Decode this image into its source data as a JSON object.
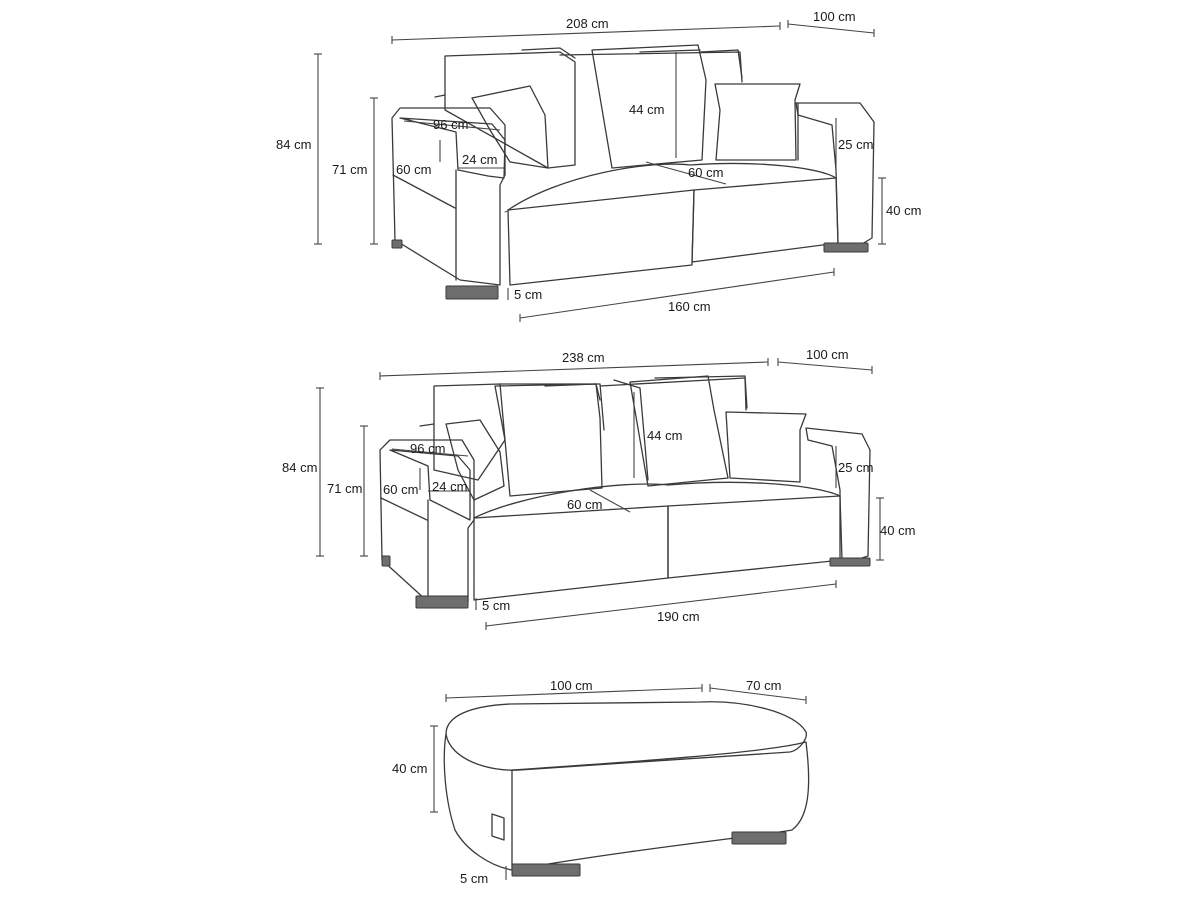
{
  "sofa_208": {
    "width": "208 cm",
    "depth": "100 cm",
    "height": "84 cm",
    "back_height": "71 cm",
    "arm_height": "60 cm",
    "arm_depth": "96 cm",
    "arm_width": "24 cm",
    "seat_depth": "60 cm",
    "cushion_height": "44 cm",
    "back_arm_height": "25 cm",
    "seat_height": "40 cm",
    "leg_height": "5 cm",
    "seat_width": "160 cm"
  },
  "sofa_238": {
    "width": "238 cm",
    "depth": "100 cm",
    "height": "84 cm",
    "back_height": "71 cm",
    "arm_height": "60 cm",
    "arm_depth": "96 cm",
    "arm_width": "24 cm",
    "seat_depth": "60 cm",
    "cushion_height": "44 cm",
    "back_arm_height": "25 cm",
    "seat_height": "40 cm",
    "leg_height": "5 cm",
    "seat_width": "190 cm"
  },
  "ottoman": {
    "width": "100 cm",
    "depth": "70 cm",
    "height": "40 cm",
    "leg_height": "5 cm"
  }
}
